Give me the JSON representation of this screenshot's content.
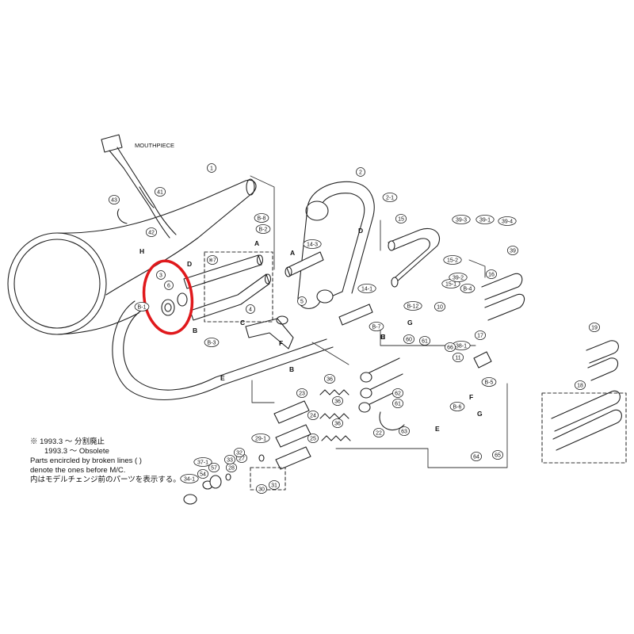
{
  "title": "MOUTHPIECE",
  "highlight_color": "#e0191c",
  "line_color": "#222222",
  "legend": {
    "line1": "※ 1993.3 〜 分割廃止",
    "line2": "1993.3 〜 Obsolete",
    "line3": "Parts encircled by broken lines (     )",
    "line4": "denote the ones before M/C.",
    "line5": "内はモデルチェンジ前のパーツを表示する。"
  },
  "callouts": [
    {
      "id": "c1",
      "text": "1"
    },
    {
      "id": "c2",
      "text": "2"
    },
    {
      "id": "c2-1",
      "text": "2-1"
    },
    {
      "id": "c3",
      "text": "3"
    },
    {
      "id": "c4",
      "text": "4"
    },
    {
      "id": "c5",
      "text": "5"
    },
    {
      "id": "c6",
      "text": "6"
    },
    {
      "id": "c7",
      "text": "※7"
    },
    {
      "id": "c10",
      "text": "10"
    },
    {
      "id": "c11",
      "text": "11"
    },
    {
      "id": "c14-1",
      "text": "14-1"
    },
    {
      "id": "c14-3",
      "text": "14-3"
    },
    {
      "id": "c15",
      "text": "15"
    },
    {
      "id": "c15-1",
      "text": "15-1"
    },
    {
      "id": "c15-2",
      "text": "15-2"
    },
    {
      "id": "c16",
      "text": "16"
    },
    {
      "id": "c17",
      "text": "17"
    },
    {
      "id": "c18",
      "text": "18"
    },
    {
      "id": "c19",
      "text": "19"
    },
    {
      "id": "c22",
      "text": "22"
    },
    {
      "id": "c23",
      "text": "23"
    },
    {
      "id": "c24",
      "text": "24"
    },
    {
      "id": "c25",
      "text": "25"
    },
    {
      "id": "c27",
      "text": "27"
    },
    {
      "id": "c28",
      "text": "28"
    },
    {
      "id": "c29-1",
      "text": "29-1"
    },
    {
      "id": "c30",
      "text": "30"
    },
    {
      "id": "c31",
      "text": "31"
    },
    {
      "id": "c32",
      "text": "32"
    },
    {
      "id": "c33",
      "text": "33"
    },
    {
      "id": "c34-1",
      "text": "34-1"
    },
    {
      "id": "c36a",
      "text": "36"
    },
    {
      "id": "c36b",
      "text": "36"
    },
    {
      "id": "c36c",
      "text": "36"
    },
    {
      "id": "c37-1",
      "text": "37-1"
    },
    {
      "id": "c38-1",
      "text": "38-1"
    },
    {
      "id": "c39",
      "text": "39"
    },
    {
      "id": "c39-1",
      "text": "39-1"
    },
    {
      "id": "c39-2",
      "text": "39-2"
    },
    {
      "id": "c39-3",
      "text": "39-3"
    },
    {
      "id": "c39-4",
      "text": "39-4"
    },
    {
      "id": "c41",
      "text": "41"
    },
    {
      "id": "c42",
      "text": "42"
    },
    {
      "id": "c43",
      "text": "43"
    },
    {
      "id": "c54",
      "text": "54"
    },
    {
      "id": "c57",
      "text": "57"
    },
    {
      "id": "c60",
      "text": "60"
    },
    {
      "id": "c61a",
      "text": "61"
    },
    {
      "id": "c61b",
      "text": "61"
    },
    {
      "id": "c62",
      "text": "62"
    },
    {
      "id": "c63",
      "text": "63"
    },
    {
      "id": "c64",
      "text": "64"
    },
    {
      "id": "c65",
      "text": "65"
    },
    {
      "id": "c66",
      "text": "66"
    },
    {
      "id": "cB1",
      "text": "B-1"
    },
    {
      "id": "cB2",
      "text": "B-2"
    },
    {
      "id": "cB3",
      "text": "B-3"
    },
    {
      "id": "cB4",
      "text": "B-4"
    },
    {
      "id": "cB5",
      "text": "B-5"
    },
    {
      "id": "cB6",
      "text": "B-6"
    },
    {
      "id": "cB7",
      "text": "B-7"
    },
    {
      "id": "cB8",
      "text": "B-8"
    },
    {
      "id": "cB12",
      "text": "B-12"
    }
  ],
  "letters": [
    {
      "id": "lA1",
      "text": "A"
    },
    {
      "id": "lA2",
      "text": "A"
    },
    {
      "id": "lB1",
      "text": "B"
    },
    {
      "id": "lB2",
      "text": "B"
    },
    {
      "id": "lC1",
      "text": "C"
    },
    {
      "id": "lC2",
      "text": "C"
    },
    {
      "id": "lD1",
      "text": "D"
    },
    {
      "id": "lD2",
      "text": "D"
    },
    {
      "id": "lE1",
      "text": "E"
    },
    {
      "id": "lE2",
      "text": "E"
    },
    {
      "id": "lF1",
      "text": "F"
    },
    {
      "id": "lF2",
      "text": "F"
    },
    {
      "id": "lG1",
      "text": "G"
    },
    {
      "id": "lG2",
      "text": "G"
    },
    {
      "id": "lH1",
      "text": "H"
    },
    {
      "id": "lH2",
      "text": "H"
    }
  ]
}
